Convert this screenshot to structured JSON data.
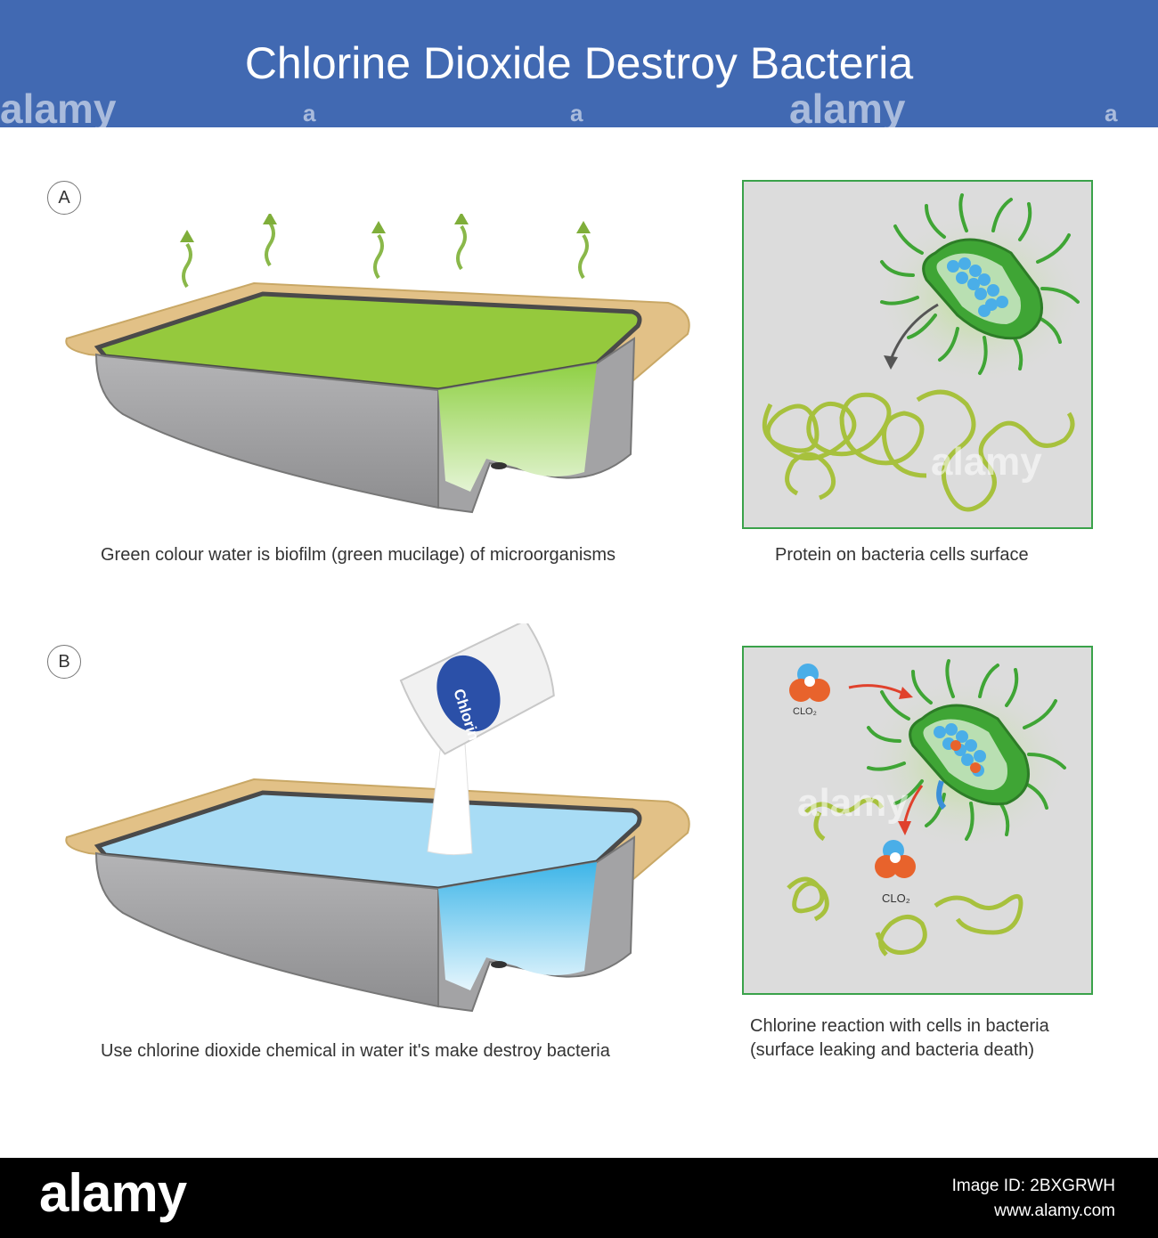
{
  "header": {
    "title": "Chlorine Dioxide Destroy Bacteria"
  },
  "section_a": {
    "marker": "A",
    "pond_caption": "Green colour water is biofilm (green mucilage) of microorganisms",
    "panel_caption": "Protein on bacteria cells surface"
  },
  "section_b": {
    "marker": "B",
    "bag_label": "Chlorine",
    "pond_caption": "Use chlorine dioxide chemical in water it's make destroy bacteria",
    "panel_caption_line1": "Chlorine reaction with cells in bacteria",
    "panel_caption_line2": "(surface leaking and bacteria death)",
    "molecule_label": "CLO₂"
  },
  "watermark": {
    "text": "alamy",
    "mark": "a"
  },
  "footer": {
    "brand": "alamy",
    "image_id": "Image ID: 2BXGRWH",
    "site": "www.alamy.com"
  },
  "colors": {
    "header": "#4169b2",
    "green_water": "#95c93d",
    "blue_water": "#a8dcf5",
    "pond_rim": "#e2c187",
    "pond_wall": "#9e9ea0",
    "panel_border": "#3aa24a",
    "bacteria_green": "#3fa535",
    "protein_strand": "#a7c13d"
  }
}
